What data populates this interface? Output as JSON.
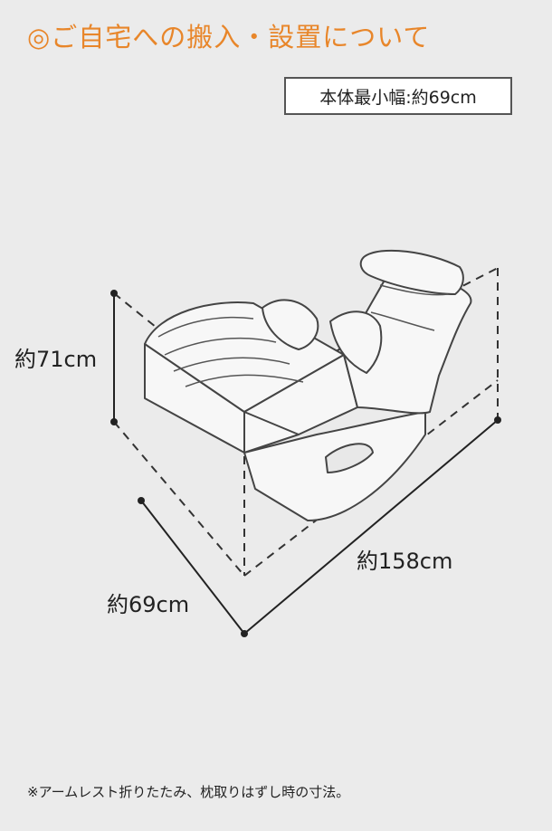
{
  "title": "◎ご自宅への搬入・設置について",
  "min_width_label": "本体最小幅:約69cm",
  "dimensions": {
    "height": "約71cm",
    "length": "約158cm",
    "depth": "約69cm"
  },
  "footnote": "※アームレスト折りたたみ、枕取りはずし時の寸法。",
  "colors": {
    "title": "#e8862a",
    "background": "#ebebeb",
    "line": "#333333"
  }
}
